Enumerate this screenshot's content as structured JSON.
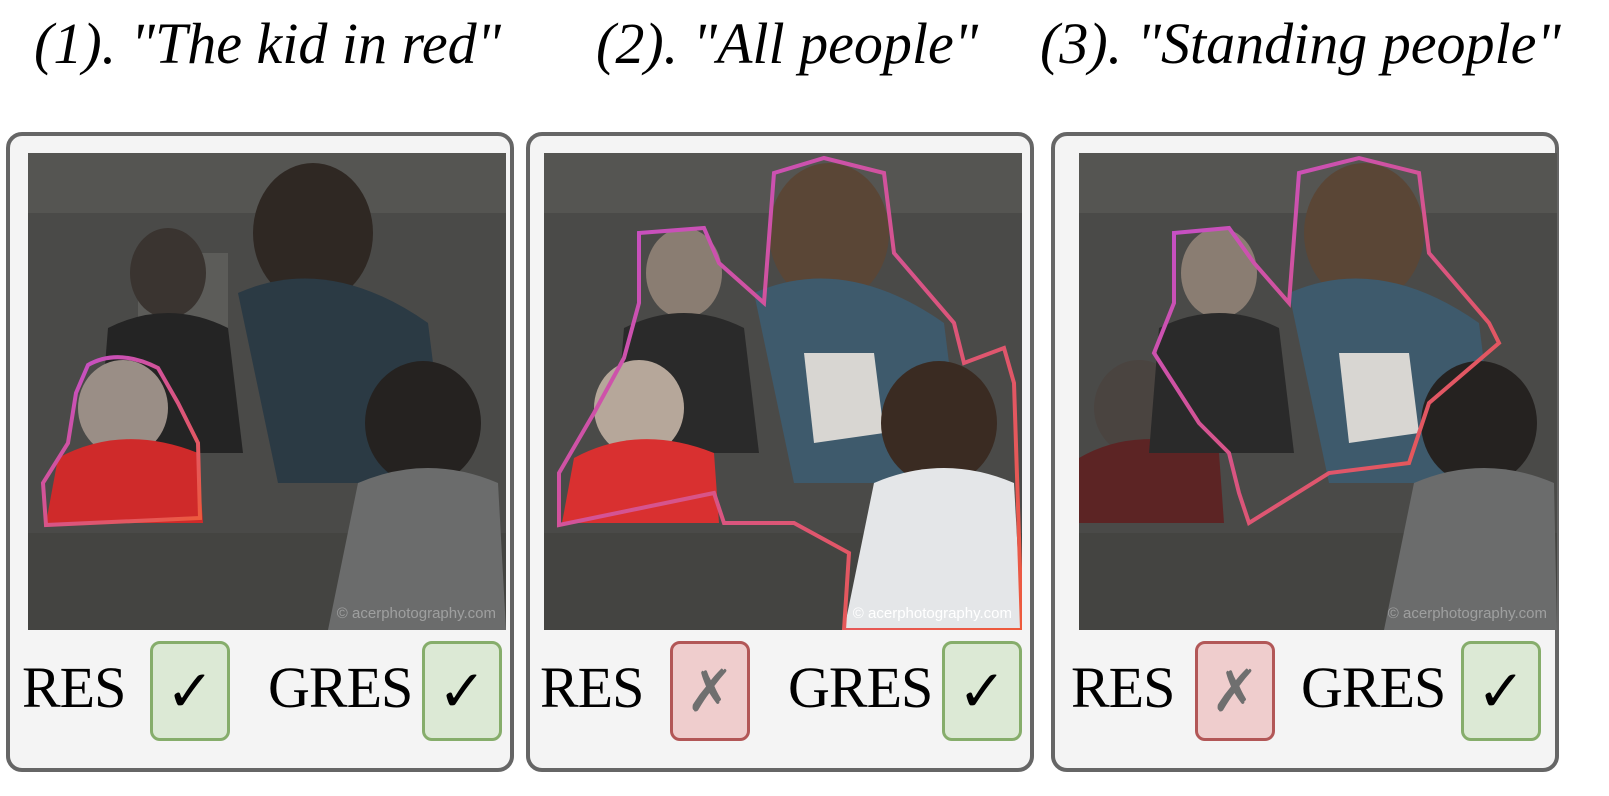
{
  "captions": [
    "(1). \"The kid in red\"",
    "(2). \"All people\"",
    "(3). \"Standing people\""
  ],
  "panels": [
    {
      "res_label": "RES",
      "res_mark": "✓",
      "res_status": "check-icon",
      "gres_label": "GRES",
      "gres_mark": "✓",
      "gres_status": "check-icon",
      "watermark": "© acerphotography.com"
    },
    {
      "res_label": "RES",
      "res_mark": "✗",
      "res_status": "cross-icon",
      "gres_label": "GRES",
      "gres_mark": "✓",
      "gres_status": "check-icon",
      "watermark": "© acerphotography.com"
    },
    {
      "res_label": "RES",
      "res_mark": "✗",
      "res_status": "cross-icon",
      "gres_label": "GRES",
      "gres_mark": "✓",
      "gres_status": "check-icon",
      "watermark": "© acerphotography.com"
    }
  ],
  "colors": {
    "success_bg": "#dce9d5",
    "success_border": "#86ad6b",
    "fail_bg": "#efcdcd",
    "fail_border": "#b25757",
    "mask_outline_a": "#e04b7a",
    "mask_outline_b": "#c04ed9"
  }
}
